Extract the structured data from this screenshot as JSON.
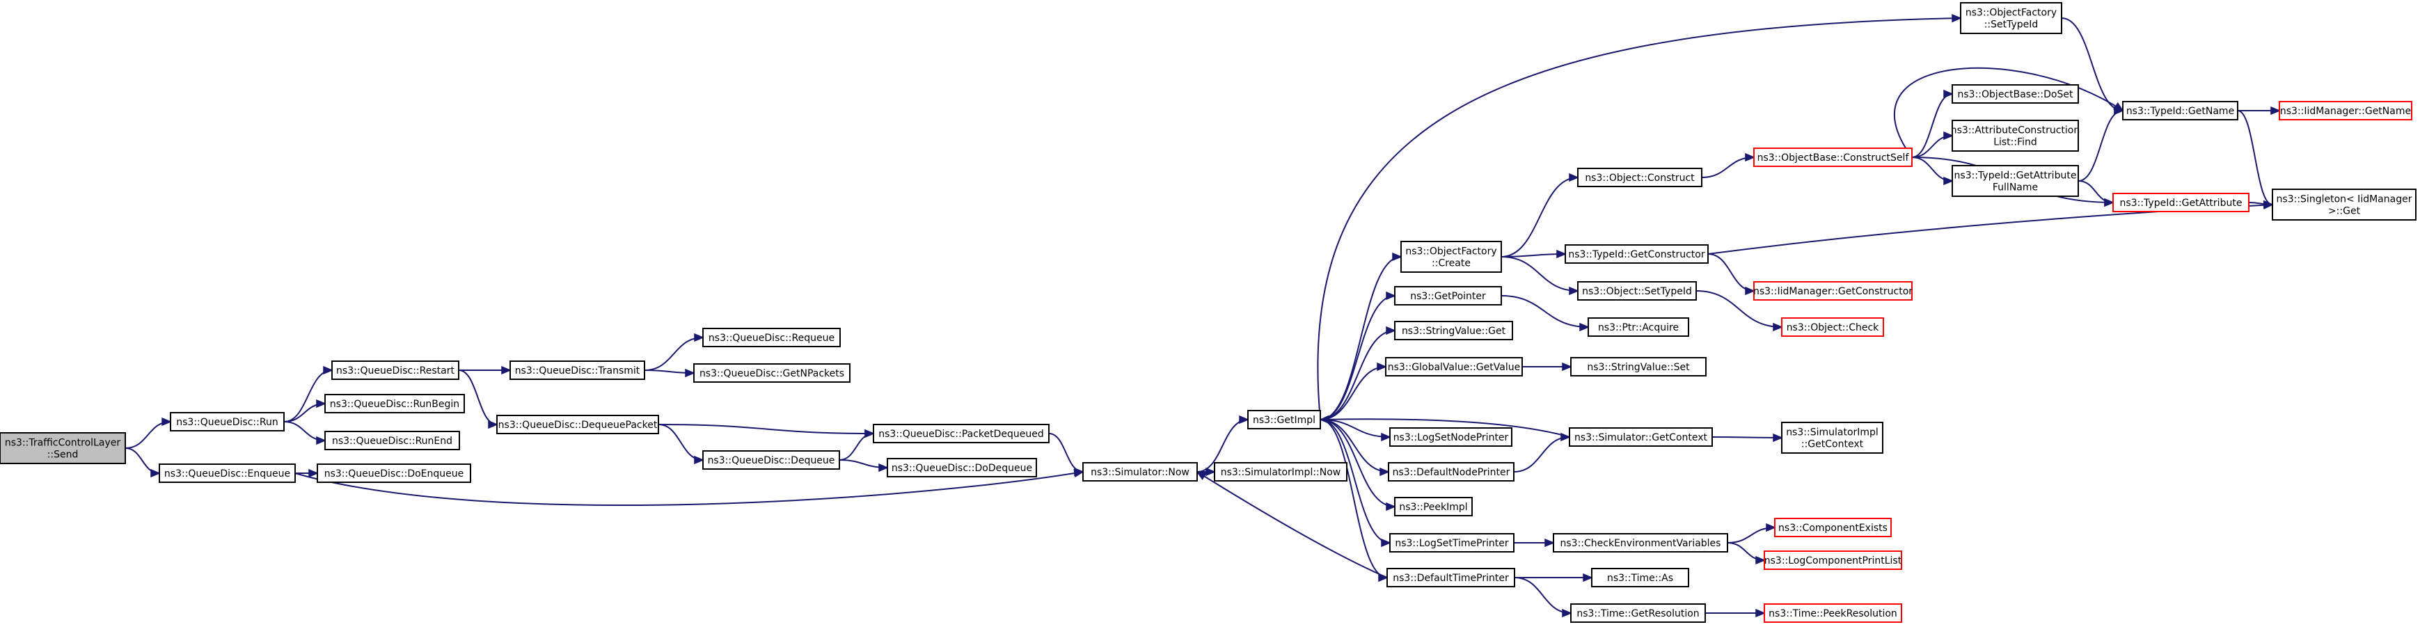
{
  "graph": {
    "colors": {
      "edge": "#191970",
      "truncated_border": "#ff0000",
      "root_fill": "#bfbfbf",
      "node_border": "#000000"
    },
    "nodes": [
      {
        "id": "n1",
        "lines": [
          "ns3::TrafficControlLayer",
          "::Send"
        ],
        "style": "root"
      },
      {
        "id": "n2",
        "lines": [
          "ns3::QueueDisc::Run"
        ],
        "style": "plain"
      },
      {
        "id": "n3",
        "lines": [
          "ns3::QueueDisc::Enqueue"
        ],
        "style": "plain"
      },
      {
        "id": "n4",
        "lines": [
          "ns3::QueueDisc::Restart"
        ],
        "style": "plain"
      },
      {
        "id": "n5",
        "lines": [
          "ns3::QueueDisc::RunBegin"
        ],
        "style": "plain"
      },
      {
        "id": "n6",
        "lines": [
          "ns3::QueueDisc::RunEnd"
        ],
        "style": "plain"
      },
      {
        "id": "n7",
        "lines": [
          "ns3::QueueDisc::DoEnqueue"
        ],
        "style": "plain"
      },
      {
        "id": "n8",
        "lines": [
          "ns3::QueueDisc::Transmit"
        ],
        "style": "plain"
      },
      {
        "id": "n9",
        "lines": [
          "ns3::QueueDisc::DequeuePacket"
        ],
        "style": "plain"
      },
      {
        "id": "n10",
        "lines": [
          "ns3::QueueDisc::Requeue"
        ],
        "style": "plain"
      },
      {
        "id": "n11",
        "lines": [
          "ns3::QueueDisc::GetNPackets"
        ],
        "style": "plain"
      },
      {
        "id": "n12",
        "lines": [
          "ns3::QueueDisc::PacketDequeued"
        ],
        "style": "plain"
      },
      {
        "id": "n13",
        "lines": [
          "ns3::QueueDisc::Dequeue"
        ],
        "style": "plain"
      },
      {
        "id": "n14",
        "lines": [
          "ns3::QueueDisc::DoDequeue"
        ],
        "style": "plain"
      },
      {
        "id": "n15",
        "lines": [
          "ns3::Simulator::Now"
        ],
        "style": "plain"
      },
      {
        "id": "n16",
        "lines": [
          "ns3::SimulatorImpl::Now"
        ],
        "style": "plain"
      },
      {
        "id": "n17",
        "lines": [
          "ns3::GetImpl"
        ],
        "style": "plain"
      },
      {
        "id": "n18",
        "lines": [
          "ns3::ObjectFactory",
          "::SetTypeId"
        ],
        "style": "plain"
      },
      {
        "id": "n19",
        "lines": [
          "ns3::ObjectFactory",
          "::Create"
        ],
        "style": "plain"
      },
      {
        "id": "n20",
        "lines": [
          "ns3::GetPointer"
        ],
        "style": "plain"
      },
      {
        "id": "n21",
        "lines": [
          "ns3::StringValue::Get"
        ],
        "style": "plain"
      },
      {
        "id": "n22",
        "lines": [
          "ns3::GlobalValue::GetValue"
        ],
        "style": "plain"
      },
      {
        "id": "n23",
        "lines": [
          "ns3::LogSetNodePrinter"
        ],
        "style": "plain"
      },
      {
        "id": "n24",
        "lines": [
          "ns3::DefaultNodePrinter"
        ],
        "style": "plain"
      },
      {
        "id": "n25",
        "lines": [
          "ns3::PeekImpl"
        ],
        "style": "plain"
      },
      {
        "id": "n26",
        "lines": [
          "ns3::LogSetTimePrinter"
        ],
        "style": "plain"
      },
      {
        "id": "n27",
        "lines": [
          "ns3::DefaultTimePrinter"
        ],
        "style": "plain"
      },
      {
        "id": "n28",
        "lines": [
          "ns3::Object::Construct"
        ],
        "style": "plain"
      },
      {
        "id": "n29",
        "lines": [
          "ns3::TypeId::GetConstructor"
        ],
        "style": "plain"
      },
      {
        "id": "n30",
        "lines": [
          "ns3::Object::SetTypeId"
        ],
        "style": "plain"
      },
      {
        "id": "n31",
        "lines": [
          "ns3::Ptr::Acquire"
        ],
        "style": "plain"
      },
      {
        "id": "n32",
        "lines": [
          "ns3::StringValue::Set"
        ],
        "style": "plain"
      },
      {
        "id": "n33",
        "lines": [
          "ns3::Simulator::GetContext"
        ],
        "style": "plain"
      },
      {
        "id": "n34",
        "lines": [
          "ns3::CheckEnvironmentVariables"
        ],
        "style": "plain"
      },
      {
        "id": "n35",
        "lines": [
          "ns3::Time::As"
        ],
        "style": "plain"
      },
      {
        "id": "n36",
        "lines": [
          "ns3::Time::GetResolution"
        ],
        "style": "plain"
      },
      {
        "id": "n37",
        "lines": [
          "ns3::ObjectBase::ConstructSelf"
        ],
        "style": "truncated"
      },
      {
        "id": "n38",
        "lines": [
          "ns3::IidManager::GetConstructor"
        ],
        "style": "truncated"
      },
      {
        "id": "n39",
        "lines": [
          "ns3::Object::Check"
        ],
        "style": "truncated"
      },
      {
        "id": "n40",
        "lines": [
          "ns3::SimulatorImpl",
          "::GetContext"
        ],
        "style": "plain"
      },
      {
        "id": "n41",
        "lines": [
          "ns3::ComponentExists"
        ],
        "style": "truncated"
      },
      {
        "id": "n42",
        "lines": [
          "ns3::LogComponentPrintList"
        ],
        "style": "truncated"
      },
      {
        "id": "n43",
        "lines": [
          "ns3::Time::PeekResolution"
        ],
        "style": "truncated"
      },
      {
        "id": "n44",
        "lines": [
          "ns3::ObjectBase::DoSet"
        ],
        "style": "plain"
      },
      {
        "id": "n45",
        "lines": [
          "ns3::AttributeConstruction",
          "List::Find"
        ],
        "style": "plain"
      },
      {
        "id": "n46",
        "lines": [
          "ns3::TypeId::GetAttribute",
          "FullName"
        ],
        "style": "plain"
      },
      {
        "id": "n47",
        "lines": [
          "ns3::TypeId::GetName"
        ],
        "style": "plain"
      },
      {
        "id": "n48",
        "lines": [
          "ns3::TypeId::GetAttribute"
        ],
        "style": "truncated"
      },
      {
        "id": "n49",
        "lines": [
          "ns3::IidManager::GetName"
        ],
        "style": "truncated"
      },
      {
        "id": "n50",
        "lines": [
          "ns3::Singleton< IidManager",
          " >::Get"
        ],
        "style": "plain"
      }
    ],
    "edges": [
      [
        "n1",
        "n2"
      ],
      [
        "n1",
        "n3"
      ],
      [
        "n2",
        "n4"
      ],
      [
        "n2",
        "n5"
      ],
      [
        "n2",
        "n6"
      ],
      [
        "n3",
        "n7"
      ],
      [
        "n3",
        "n15"
      ],
      [
        "n4",
        "n8"
      ],
      [
        "n4",
        "n9"
      ],
      [
        "n8",
        "n10"
      ],
      [
        "n8",
        "n11"
      ],
      [
        "n9",
        "n12"
      ],
      [
        "n9",
        "n13"
      ],
      [
        "n13",
        "n12"
      ],
      [
        "n13",
        "n14"
      ],
      [
        "n12",
        "n15"
      ],
      [
        "n15",
        "n16"
      ],
      [
        "n15",
        "n17"
      ],
      [
        "n17",
        "n18"
      ],
      [
        "n17",
        "n19"
      ],
      [
        "n17",
        "n20"
      ],
      [
        "n17",
        "n21"
      ],
      [
        "n17",
        "n22"
      ],
      [
        "n17",
        "n23"
      ],
      [
        "n17",
        "n24"
      ],
      [
        "n17",
        "n25"
      ],
      [
        "n17",
        "n26"
      ],
      [
        "n17",
        "n27"
      ],
      [
        "n19",
        "n28"
      ],
      [
        "n19",
        "n29"
      ],
      [
        "n19",
        "n30"
      ],
      [
        "n20",
        "n31"
      ],
      [
        "n22",
        "n32"
      ],
      [
        "n24",
        "n33"
      ],
      [
        "n33",
        "n17"
      ],
      [
        "n33",
        "n40"
      ],
      [
        "n26",
        "n34"
      ],
      [
        "n27",
        "n15"
      ],
      [
        "n27",
        "n35"
      ],
      [
        "n27",
        "n36"
      ],
      [
        "n28",
        "n37"
      ],
      [
        "n29",
        "n38"
      ],
      [
        "n29",
        "n50"
      ],
      [
        "n30",
        "n39"
      ],
      [
        "n34",
        "n41"
      ],
      [
        "n34",
        "n42"
      ],
      [
        "n36",
        "n43"
      ],
      [
        "n37",
        "n44"
      ],
      [
        "n37",
        "n45"
      ],
      [
        "n37",
        "n46"
      ],
      [
        "n37",
        "n47"
      ],
      [
        "n37",
        "n48"
      ],
      [
        "n18",
        "n47"
      ],
      [
        "n46",
        "n47"
      ],
      [
        "n46",
        "n48"
      ],
      [
        "n47",
        "n49"
      ],
      [
        "n47",
        "n50"
      ],
      [
        "n48",
        "n50"
      ]
    ]
  }
}
